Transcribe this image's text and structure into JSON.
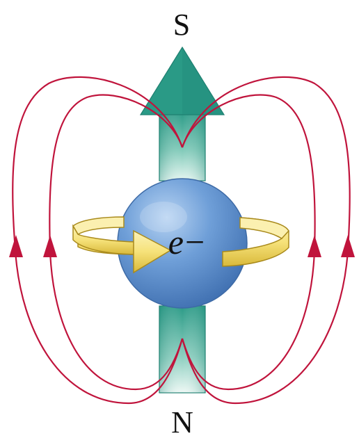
{
  "labels": {
    "top_pole": "S",
    "bottom_pole": "N",
    "particle_symbol": "e",
    "particle_charge": "−"
  },
  "colors": {
    "field_lines": "#c0143c",
    "magnetic_moment_arrow": "#2a9a86",
    "electron_sphere": "#5f94d2",
    "spin_arrow": "#f6e27a",
    "text": "#111111"
  },
  "icons": {
    "spin_indicator": "curved-spin-arrow-icon",
    "field_direction": "triangle-arrowhead-icon"
  }
}
